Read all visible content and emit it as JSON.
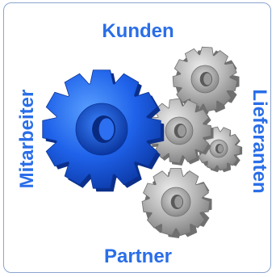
{
  "labels": {
    "top": "Kunden",
    "left": "Mitarbeiter",
    "right": "Lieferanten",
    "bottom": "Partner"
  },
  "colors": {
    "text": "#2a6ee8",
    "frame": "#8aa4d0",
    "gear_blue": "#1e5ee6",
    "gear_gray": "#b4b4b4"
  },
  "gears": [
    {
      "name": "blue-main-gear",
      "color": "blue"
    },
    {
      "name": "gray-gear-top",
      "color": "gray"
    },
    {
      "name": "gray-gear-middle",
      "color": "gray"
    },
    {
      "name": "gray-gear-right",
      "color": "gray"
    },
    {
      "name": "gray-gear-bottom",
      "color": "gray"
    }
  ]
}
